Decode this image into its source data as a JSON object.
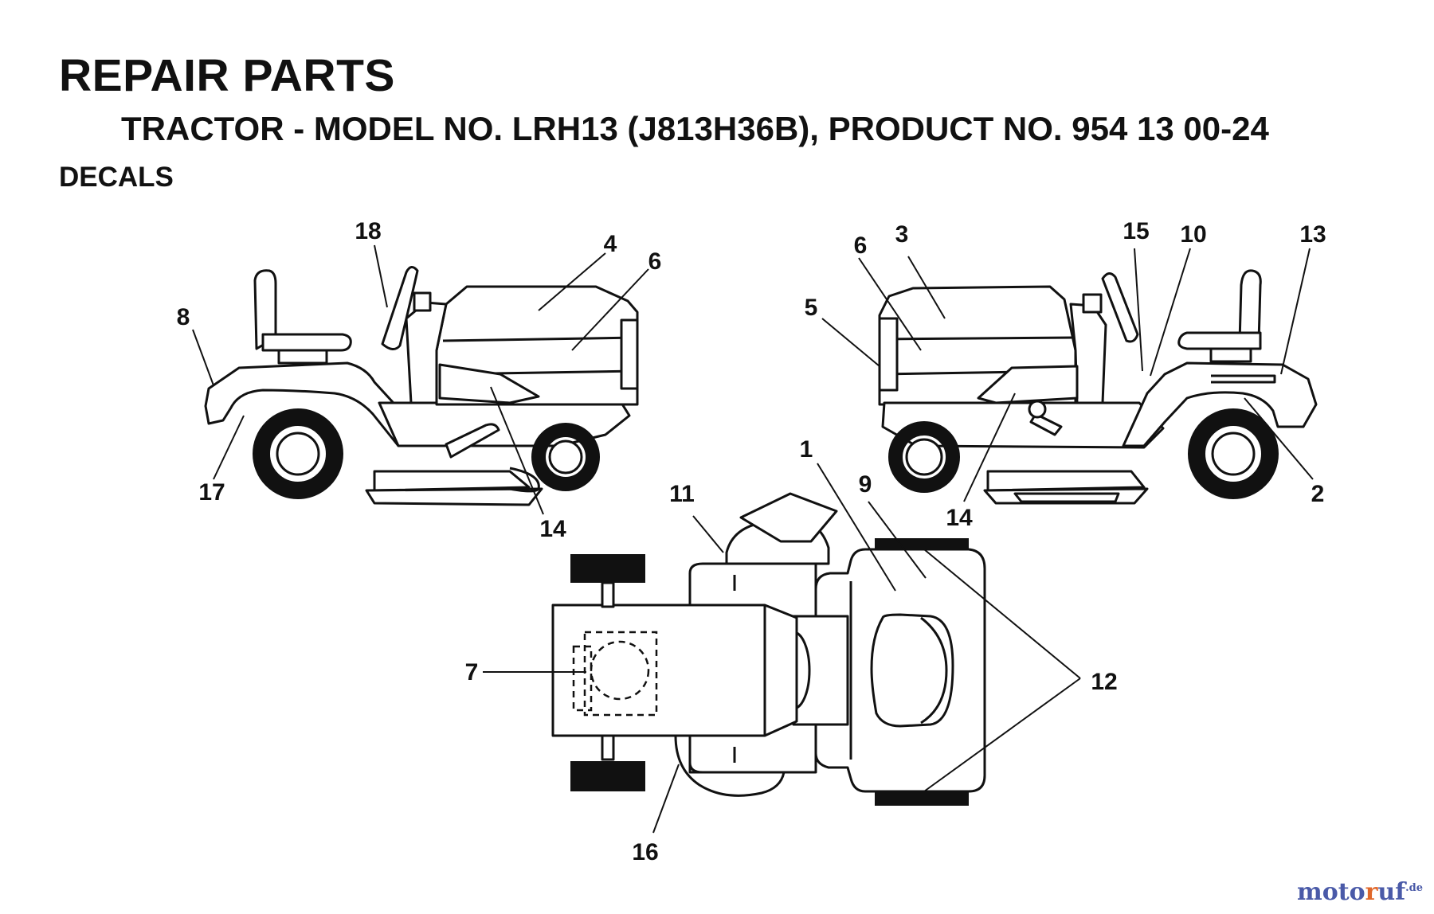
{
  "header": {
    "title": "REPAIR PARTS",
    "subtitle": "TRACTOR - MODEL NO. LRH13 (J813H36B),  PRODUCT NO. 954 13 00-24",
    "section": "DECALS"
  },
  "callouts": {
    "c1": "1",
    "c2": "2",
    "c3": "3",
    "c4": "4",
    "c5": "5",
    "c6a": "6",
    "c6b": "6",
    "c7": "7",
    "c8": "8",
    "c9": "9",
    "c10": "10",
    "c11": "11",
    "c12": "12",
    "c13": "13",
    "c14a": "14",
    "c14b": "14",
    "c15": "15",
    "c16": "16",
    "c17": "17",
    "c18": "18"
  },
  "watermark": {
    "part1": "moto",
    "part2": "r",
    "part3": "u",
    "part4": "f",
    "suffix": ".de"
  },
  "colors": {
    "ink": "#111111",
    "watermark_blue": "#4a5aa8",
    "watermark_orange": "#e0672a"
  }
}
